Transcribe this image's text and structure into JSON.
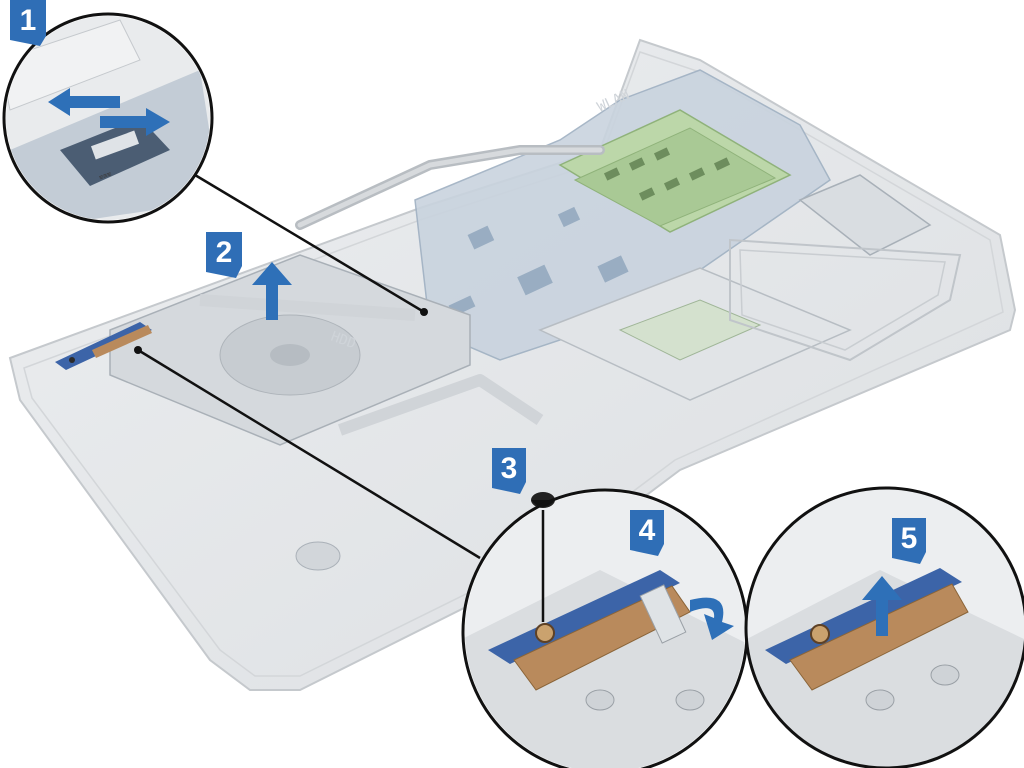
{
  "steps": [
    {
      "label": "1",
      "color": "#2f6eb6"
    },
    {
      "label": "2",
      "color": "#2f6eb6"
    },
    {
      "label": "3",
      "color": "#2f6eb6"
    },
    {
      "label": "4",
      "color": "#2f6eb6"
    },
    {
      "label": "5",
      "color": "#2f6eb6"
    }
  ],
  "board_labels": {
    "wlan": "WLAN",
    "hdd": "HDD"
  },
  "colors": {
    "arrow": "#2e70b8",
    "pcb": "#3b63a8",
    "copper": "#b98a5c",
    "chassis": "#e6e8ea",
    "leader": "#111111"
  },
  "icons": [
    "screw-icon",
    "lift-arrow-icon",
    "rotate-arrow-icon",
    "push-arrow-icon"
  ]
}
